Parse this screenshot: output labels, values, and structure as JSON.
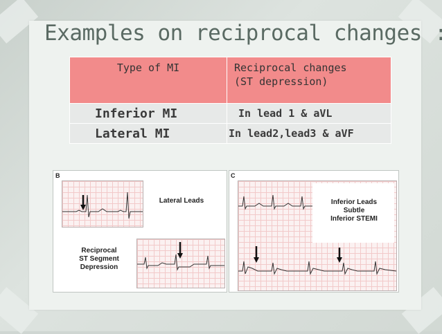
{
  "title": "Examples on reciprocal changes :",
  "table": {
    "header": [
      "Type of MI",
      "Reciprocal changes\n(ST depression)"
    ],
    "rows": [
      [
        "Inferior MI",
        "In lead 1 & aVL"
      ],
      [
        "Lateral MI",
        "In lead2,lead3 & aVF"
      ]
    ]
  },
  "figure_b": {
    "panel_label": "B",
    "caption_top": "Lateral Leads",
    "caption_bottom": [
      "Reciprocal",
      "ST Segment",
      "Depression"
    ]
  },
  "figure_c": {
    "panel_label": "C",
    "caption": [
      "Inferior Leads",
      "Subtle",
      "Inferior STEMI"
    ]
  },
  "colors": {
    "header_bg": "#f28b8b",
    "row_bg": "#e7e9e8",
    "title": "#5a6a63"
  }
}
